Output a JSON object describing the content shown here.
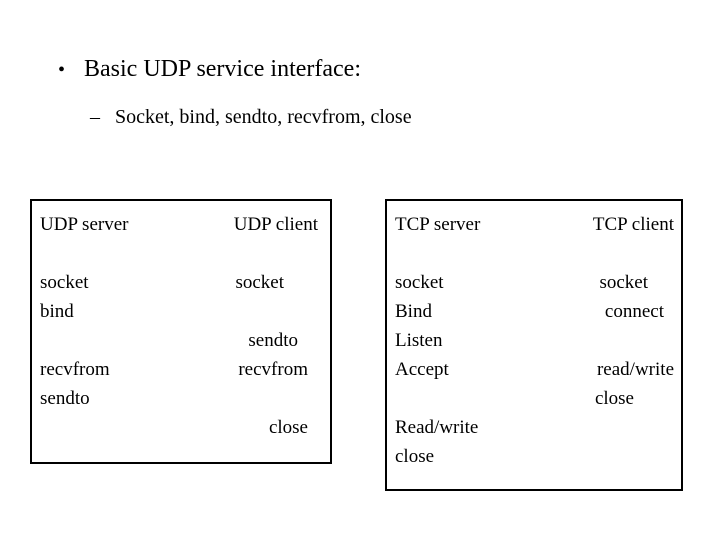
{
  "slide": {
    "bullets": [
      {
        "marker": "•",
        "text": "Basic UDP service interface:"
      },
      {
        "marker": "–",
        "text": "Socket, bind, sendto, recvfrom, close"
      }
    ]
  },
  "udp_table": {
    "headers": [
      "UDP server",
      "UDP client"
    ],
    "server_rows": [
      "socket",
      "bind",
      "",
      "recvfrom",
      "sendto",
      "",
      ""
    ],
    "client_rows": [
      "socket",
      "",
      "sendto",
      "recvfrom",
      "",
      "close",
      ""
    ]
  },
  "tcp_table": {
    "headers": [
      "TCP server",
      "TCP client"
    ],
    "server_rows": [
      "socket",
      "Bind",
      "Listen",
      "Accept",
      "",
      "Read/write",
      "close",
      ""
    ],
    "client_rows": [
      "socket",
      "connect",
      "",
      "read/write",
      "close",
      "",
      "",
      ""
    ]
  }
}
